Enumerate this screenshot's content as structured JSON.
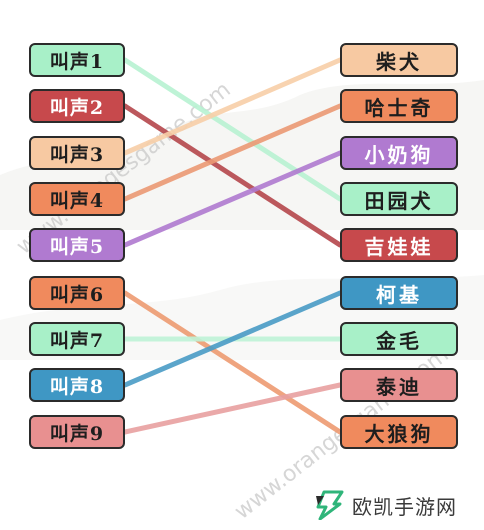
{
  "left_items": [
    {
      "label": "叫声1",
      "color": "#a8f0c8"
    },
    {
      "label": "叫声2",
      "color": "#c7494c"
    },
    {
      "label": "叫声3",
      "color": "#f7c9a2"
    },
    {
      "label": "叫声4",
      "color": "#f08a5d"
    },
    {
      "label": "叫声5",
      "color": "#b07ad0"
    },
    {
      "label": "叫声6",
      "color": "#f08a5d"
    },
    {
      "label": "叫声7",
      "color": "#a8f0c8"
    },
    {
      "label": "叫声8",
      "color": "#3f97c4"
    },
    {
      "label": "叫声9",
      "color": "#e89090"
    }
  ],
  "right_items": [
    {
      "label": "柴犬",
      "color": "#f7c9a2"
    },
    {
      "label": "哈士奇",
      "color": "#f08a5d"
    },
    {
      "label": "小奶狗",
      "color": "#b07ad0"
    },
    {
      "label": "田园犬",
      "color": "#a8f0c8"
    },
    {
      "label": "吉娃娃",
      "color": "#c7494c"
    },
    {
      "label": "柯基",
      "color": "#3f97c4"
    },
    {
      "label": "金毛",
      "color": "#a8f0c8"
    },
    {
      "label": "泰迪",
      "color": "#e89090"
    },
    {
      "label": "大狼狗",
      "color": "#f08a5d"
    }
  ],
  "connections": [
    {
      "from": 0,
      "to": 3,
      "color": "#b8f2d2"
    },
    {
      "from": 1,
      "to": 4,
      "color": "#b5474c"
    },
    {
      "from": 2,
      "to": 0,
      "color": "#f8cfa8"
    },
    {
      "from": 3,
      "to": 1,
      "color": "#ec9a74"
    },
    {
      "from": 4,
      "to": 2,
      "color": "#b07ad0"
    },
    {
      "from": 5,
      "to": 8,
      "color": "#ee9b72"
    },
    {
      "from": 6,
      "to": 6,
      "color": "#bff3d7"
    },
    {
      "from": 7,
      "to": 5,
      "color": "#4a9cc6"
    },
    {
      "from": 8,
      "to": 7,
      "color": "#e8a0a0"
    }
  ],
  "watermark_text": "www.orangesgame.com",
  "brand": {
    "text": "欧凯手游网",
    "logo_color": "#2fb57a",
    "logo_icon": "lightning-logo-icon"
  }
}
